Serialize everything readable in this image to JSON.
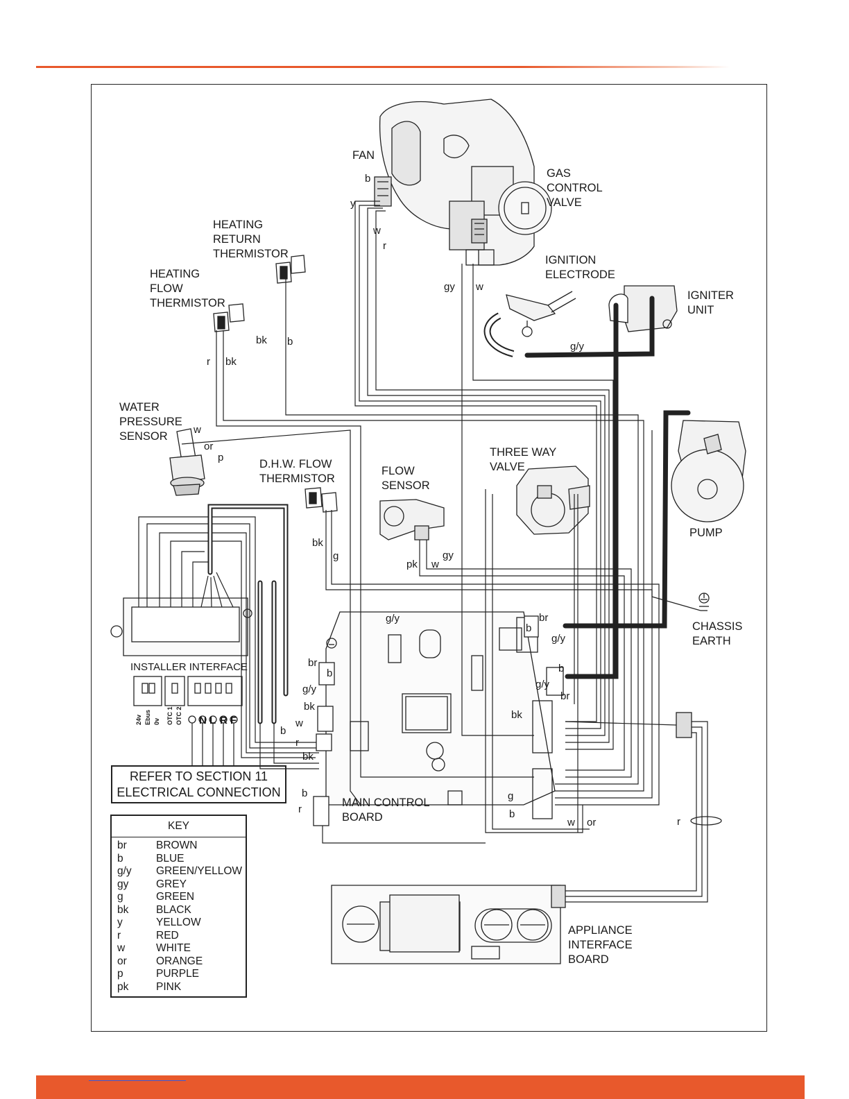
{
  "labels": {
    "fan": "FAN",
    "gas_control_valve": [
      "GAS",
      "CONTROL",
      "VALVE"
    ],
    "heating_return_thermistor": [
      "HEATING",
      "RETURN",
      "THERMISTOR"
    ],
    "heating_flow_thermistor": [
      "HEATING",
      "FLOW",
      "THERMISTOR"
    ],
    "ignition_electrode": [
      "IGNITION",
      "ELECTRODE"
    ],
    "igniter_unit": [
      "IGNITER",
      "UNIT"
    ],
    "water_pressure_sensor": [
      "WATER",
      "PRESSURE",
      "SENSOR"
    ],
    "dhw_flow_thermistor": [
      "D.H.W. FLOW",
      "THERMISTOR"
    ],
    "flow_sensor": [
      "FLOW",
      "SENSOR"
    ],
    "three_way_valve": [
      "THREE WAY",
      "VALVE"
    ],
    "pump": "PUMP",
    "chassis_earth": [
      "CHASSIS",
      "EARTH"
    ],
    "installer_interface": "INSTALLER INTERFACE",
    "main_control_board": [
      "MAIN CONTROL",
      "BOARD"
    ],
    "appliance_interface_board": [
      "APPLIANCE",
      "INTERFACE",
      "BOARD"
    ]
  },
  "terminals": [
    "24v",
    "Ebus",
    "0v",
    "OTC 1",
    "OTC 2",
    "N",
    "L",
    "R",
    "F"
  ],
  "refer_box": [
    "REFER TO SECTION 11",
    "ELECTRICAL CONNECTION"
  ],
  "wire_tags": {
    "fan_b": "b",
    "fan_y": "y",
    "fan_w": "w",
    "fan_r": "r",
    "gcv_gy": "gy",
    "gcv_w": "w",
    "flow_bk": "bk",
    "ret_b": "b",
    "flow_r": "r",
    "flow_bk2": "bk",
    "elec_gy": "g/y",
    "wps_w": "w",
    "wps_or": "or",
    "wps_p": "p",
    "dhw_bk": "bk",
    "dhw_g": "g",
    "fs_pk": "pk",
    "fs_w": "w",
    "fs_gy": "gy",
    "mcb_gy_top": "g/y",
    "c1_br": "br",
    "c1_b": "b",
    "c1_gy": "g/y",
    "c1_bk": "bk",
    "c2_w": "w",
    "c2_b": "b",
    "c2_r": "r",
    "c2_bk": "bk",
    "c3_b": "b",
    "c3_r": "r",
    "pump_br": "br",
    "pump_b": "b",
    "pump_gy": "g/y",
    "ign_b": "b",
    "ign_gy": "g/y",
    "ign_br": "br",
    "mid_bk": "bk",
    "bot_g": "g",
    "bot_b": "b",
    "bot_w": "w",
    "bot_or": "or",
    "aib_r": "r"
  },
  "key": {
    "title": "KEY",
    "rows": [
      {
        "code": "br",
        "name": "BROWN"
      },
      {
        "code": "b",
        "name": "BLUE"
      },
      {
        "code": "g/y",
        "name": "GREEN/YELLOW"
      },
      {
        "code": "gy",
        "name": "GREY"
      },
      {
        "code": "g",
        "name": "GREEN"
      },
      {
        "code": "bk",
        "name": "BLACK"
      },
      {
        "code": "y",
        "name": "YELLOW"
      },
      {
        "code": "r",
        "name": "RED"
      },
      {
        "code": "w",
        "name": "WHITE"
      },
      {
        "code": "or",
        "name": "ORANGE"
      },
      {
        "code": "p",
        "name": "PURPLE"
      },
      {
        "code": "pk",
        "name": "PINK"
      }
    ]
  },
  "colors": {
    "accent": "#e8592c",
    "ink": "#1a1a1a"
  }
}
